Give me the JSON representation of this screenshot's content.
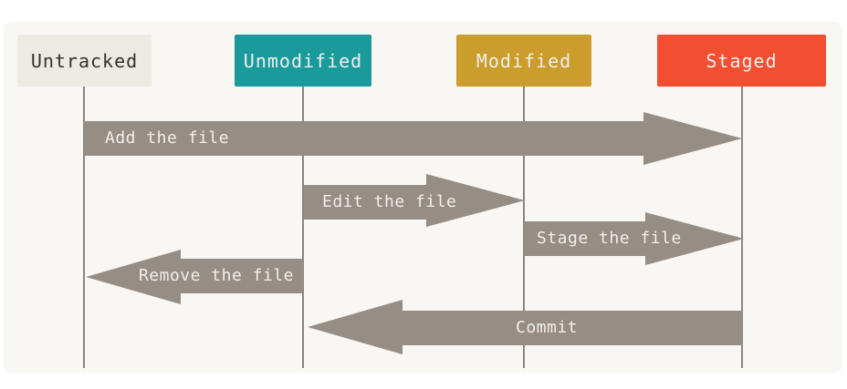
{
  "colors": {
    "page": "#ffffff",
    "panel": "#f8f7f4",
    "arrow": "#968d84",
    "arrow_text": "#f1efec",
    "lifeline": "#8a8680"
  },
  "states": [
    {
      "id": "untracked",
      "label": "Untracked",
      "bg": "#ecebe2",
      "fg": "#32312b"
    },
    {
      "id": "unmodified",
      "label": "Unmodified",
      "bg": "#1b9a9b",
      "fg": "#f1efec"
    },
    {
      "id": "modified",
      "label": "Modified",
      "bg": "#ca9d2c",
      "fg": "#f1efec"
    },
    {
      "id": "staged",
      "label": "Staged",
      "bg": "#f14e32",
      "fg": "#f1efec"
    }
  ],
  "transitions": [
    {
      "label": "Add the file",
      "from": "untracked",
      "to": "staged",
      "direction": "right"
    },
    {
      "label": "Edit the file",
      "from": "unmodified",
      "to": "modified",
      "direction": "right"
    },
    {
      "label": "Stage the file",
      "from": "modified",
      "to": "staged",
      "direction": "right"
    },
    {
      "label": "Remove the file",
      "from": "unmodified",
      "to": "untracked",
      "direction": "left"
    },
    {
      "label": "Commit",
      "from": "staged",
      "to": "unmodified",
      "direction": "left"
    }
  ]
}
